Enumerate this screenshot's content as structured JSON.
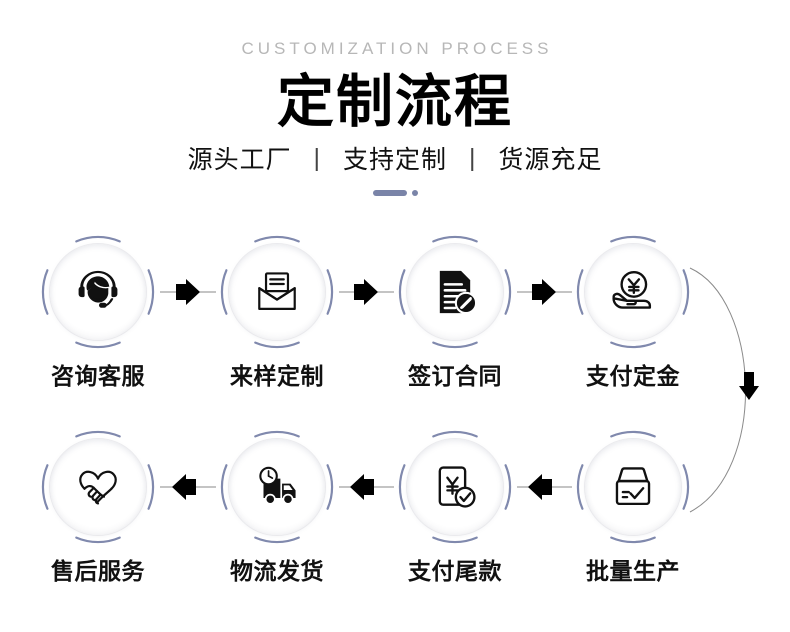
{
  "header": {
    "eyebrow": "CUSTOMIZATION PROCESS",
    "title": "定制流程",
    "subtitle_items": [
      "源头工厂",
      "支持定制",
      "货源充足"
    ],
    "separator": "|",
    "accent_color": "#7a84a8",
    "eyebrow_color": "#b7b7b7",
    "title_color": "#000000"
  },
  "flow": {
    "ring_color": "#8089ad",
    "connector_color": "#8a8a8a",
    "arrow_color": "#000000",
    "top_row": [
      {
        "label": "咨询客服",
        "icon": "headset-support-icon",
        "step": 1
      },
      {
        "label": "来样定制",
        "icon": "open-envelope-letter-icon",
        "step": 2
      },
      {
        "label": "签订合同",
        "icon": "contract-signing-icon",
        "step": 3
      },
      {
        "label": "支付定金",
        "icon": "hand-holding-yuan-coin-icon",
        "step": 4
      }
    ],
    "bottom_row": [
      {
        "label": "售后服务",
        "icon": "handshake-heart-icon",
        "step": 8
      },
      {
        "label": "物流发货",
        "icon": "delivery-truck-clock-icon",
        "step": 7
      },
      {
        "label": "支付尾款",
        "icon": "yuan-document-check-icon",
        "step": 6
      },
      {
        "label": "批量生产",
        "icon": "box-check-production-icon",
        "step": 5
      }
    ]
  }
}
